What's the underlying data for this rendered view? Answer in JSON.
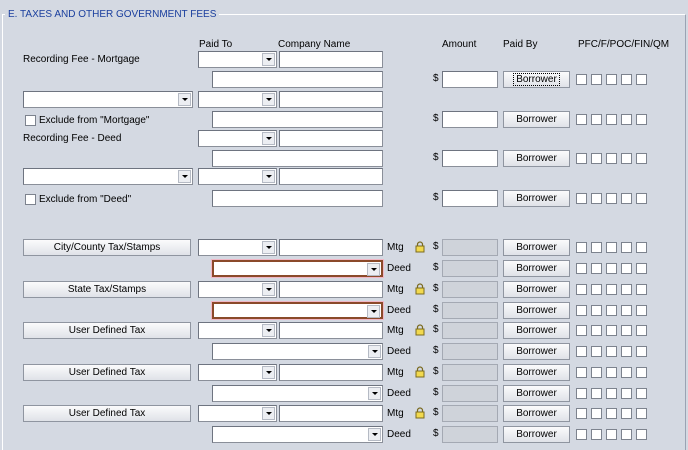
{
  "section": {
    "title": "E. TAXES AND OTHER GOVERNMENT FEES"
  },
  "headers": {
    "paid_to": "Paid To",
    "company_name": "Company Name",
    "amount": "Amount",
    "paid_by": "Paid By",
    "flags": "PFC/F/POC/FIN/QM"
  },
  "labels": {
    "recording_mortgage": "Recording Fee - Mortgage",
    "exclude_mortgage": "Exclude from \"Mortgage\"",
    "recording_deed": "Recording Fee - Deed",
    "exclude_deed": "Exclude from \"Deed\"",
    "mtg": "Mtg",
    "deed": "Deed",
    "dollar": "$"
  },
  "buttons": {
    "city_county": "City/County Tax/Stamps",
    "state": "State Tax/Stamps",
    "user_defined": "User Defined Tax",
    "borrower": "Borrower"
  },
  "icons": {
    "dropdown": "chevron-down-icon",
    "lock": "lock-icon",
    "checkbox": "checkbox-icon"
  }
}
